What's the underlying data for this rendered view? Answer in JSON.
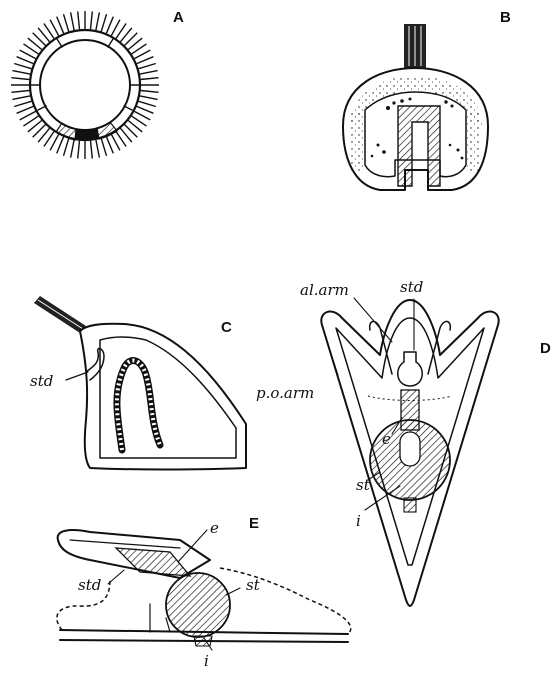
{
  "panels": {
    "a": {
      "letter": "A"
    },
    "b": {
      "letter": "B"
    },
    "c": {
      "letter": "C",
      "labels": {
        "std": "std"
      }
    },
    "d": {
      "letter": "D",
      "labels": {
        "al_arm": "al.arm",
        "std": "std",
        "p_o_arm": "p.o.arm",
        "e": "e",
        "st": "st",
        "i": "i"
      }
    },
    "e": {
      "letter": "E",
      "labels": {
        "e": "e",
        "st": "st",
        "std": "std",
        "i": "i"
      }
    }
  },
  "colors": {
    "ink": "#111111",
    "background": "#ffffff"
  }
}
